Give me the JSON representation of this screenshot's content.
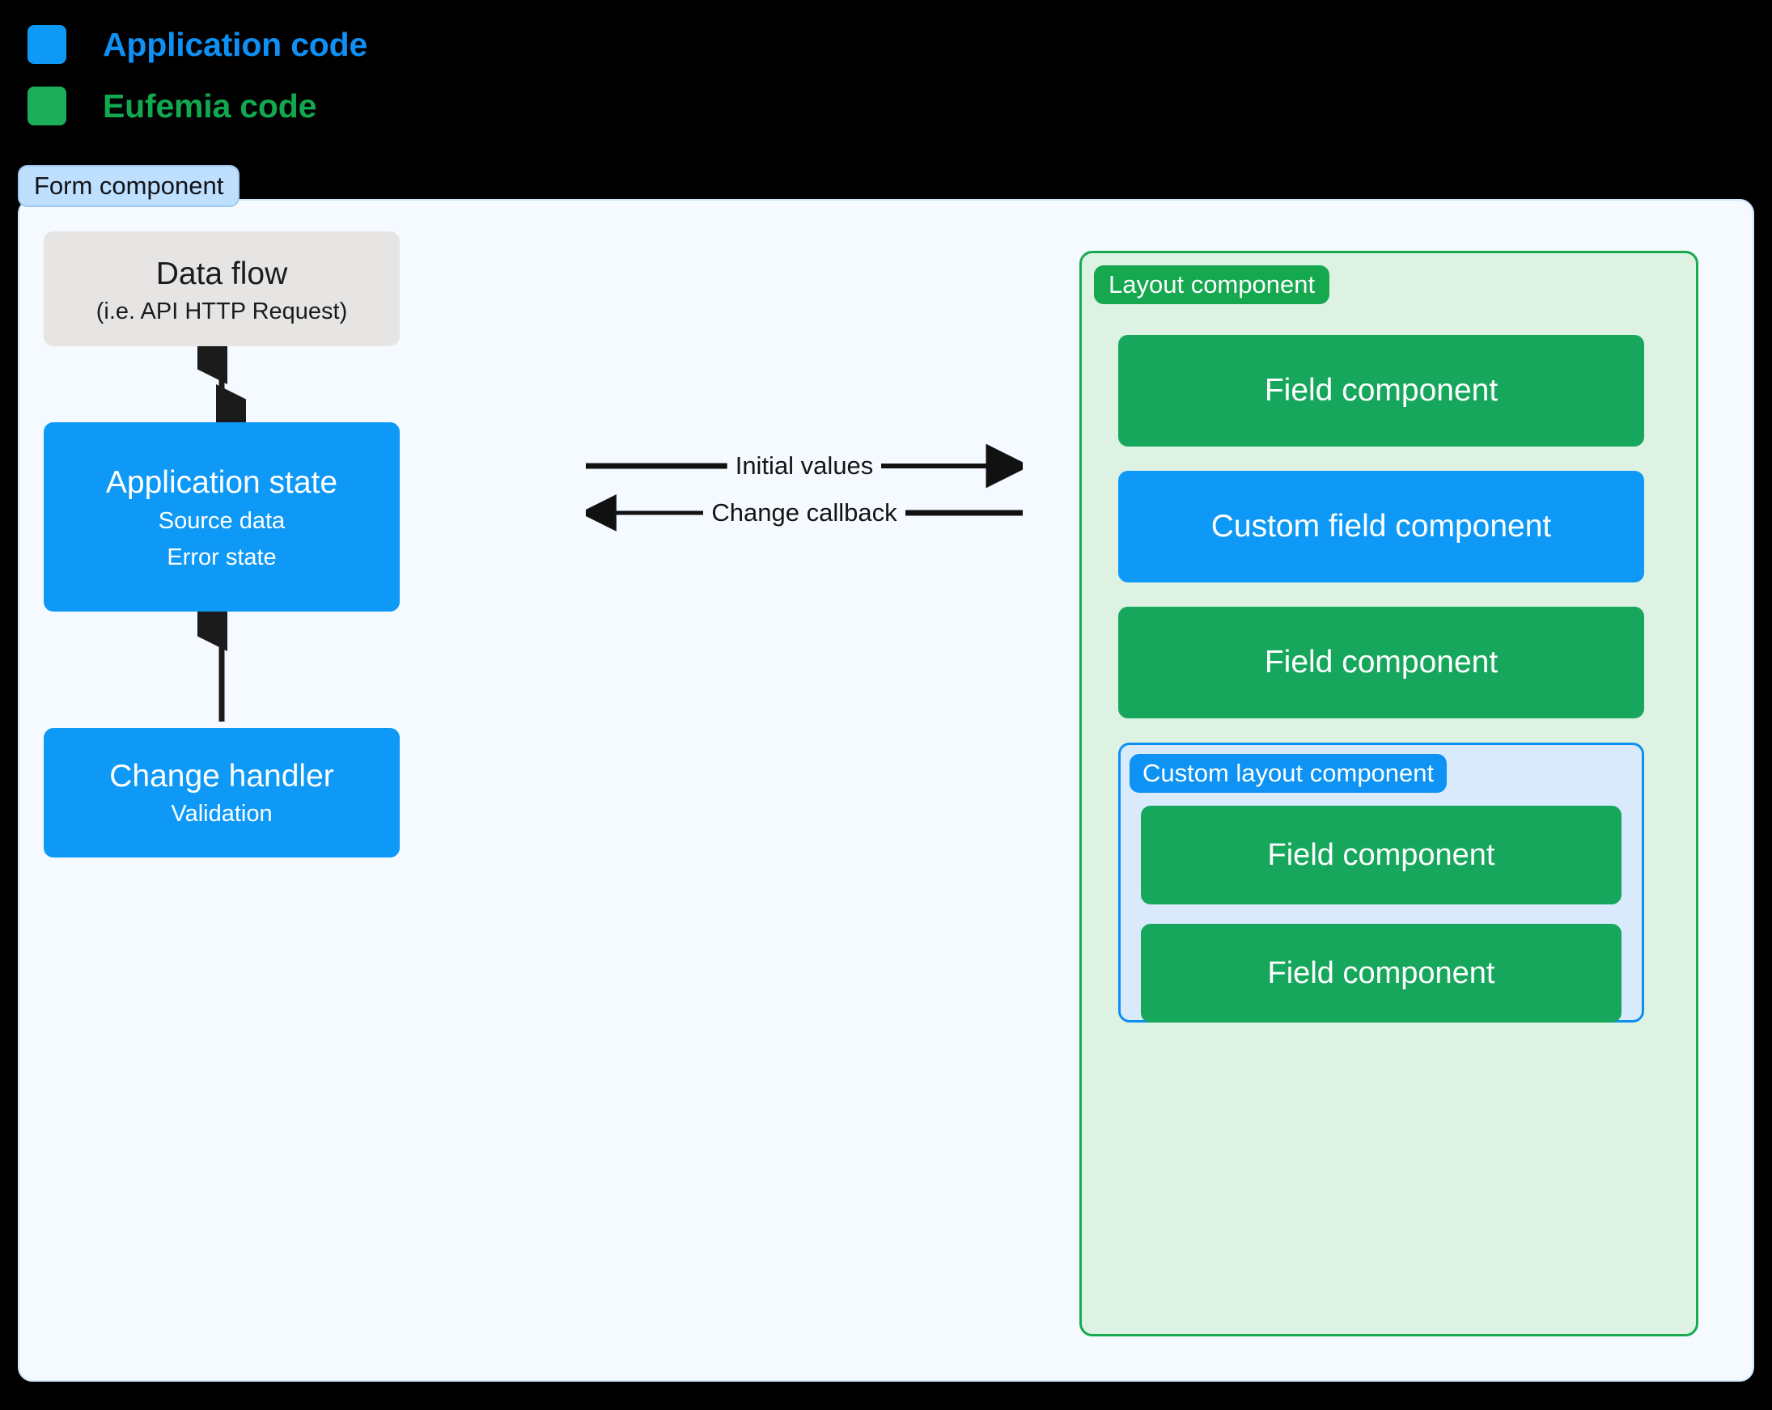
{
  "legend": {
    "items": [
      {
        "label": "Application code",
        "color": "#0e99f7",
        "icon": "square-swatch-icon"
      },
      {
        "label": "Eufemia code",
        "color": "#1bad59",
        "icon": "square-swatch-icon"
      }
    ]
  },
  "form": {
    "pill_label": "Form component",
    "pill_bg": "#bfdfff",
    "panel_bg": "#f4faff"
  },
  "left_column": {
    "data_flow": {
      "title": "Data flow",
      "subtitle": "(i.e. API HTTP Request)",
      "bg": "#e6e5e3"
    },
    "application_state": {
      "title": "Application state",
      "sub1": "Source data",
      "sub2": "Error state",
      "bg": "#0e99f7"
    },
    "change_handler": {
      "title": "Change handler",
      "subtitle": "Validation",
      "bg": "#0e99f7"
    },
    "arrows": {
      "dataflow_to_state": "double-headed-vertical-arrow-icon",
      "handler_to_state": "up-arrow-icon"
    }
  },
  "middle_arrows": [
    {
      "label": "Initial values",
      "direction": "right",
      "icon": "right-arrow-icon"
    },
    {
      "label": "Change callback",
      "direction": "left",
      "icon": "left-arrow-icon"
    }
  ],
  "layout_component": {
    "pill_label": "Layout component",
    "pill_bg": "#15a84f",
    "panel_bg": "#ddf2e3",
    "panel_border": "#18a94e",
    "children": [
      {
        "label": "Field component",
        "kind": "eufemia",
        "color": "#16a75c"
      },
      {
        "label": "Custom field component",
        "kind": "application",
        "color": "#0e99f7"
      },
      {
        "label": "Field component",
        "kind": "eufemia",
        "color": "#16a75c"
      }
    ],
    "custom_layout": {
      "pill_label": "Custom layout component",
      "pill_bg": "#0e93f4",
      "panel_bg": "#d9eafd",
      "panel_border": "#0e8ff2",
      "children": [
        {
          "label": "Field component",
          "kind": "eufemia",
          "color": "#16a75c"
        },
        {
          "label": "Field component",
          "kind": "eufemia",
          "color": "#16a75c"
        }
      ]
    }
  }
}
